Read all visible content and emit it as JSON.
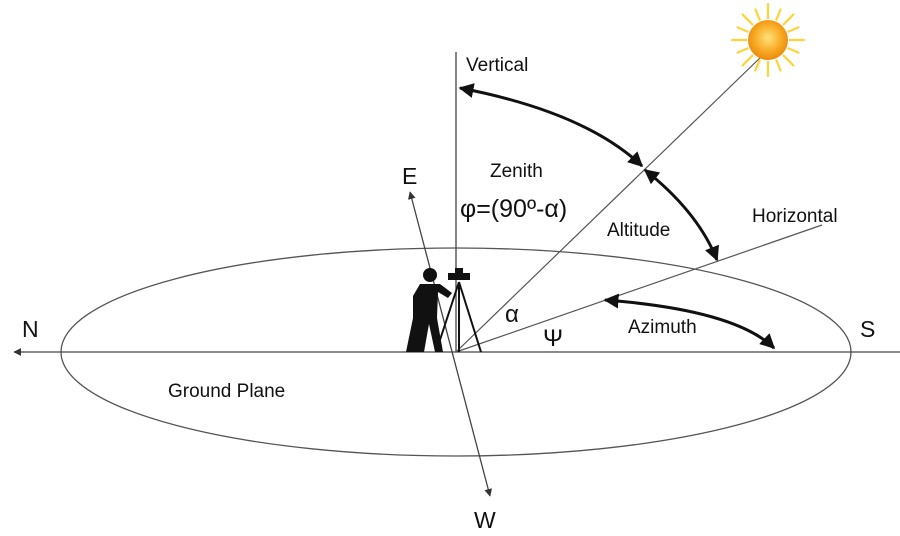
{
  "labels": {
    "vertical": "Vertical",
    "zenith": "Zenith",
    "zenith_formula": "φ=(90º-α)",
    "altitude": "Altitude",
    "horizontal": "Horizontal",
    "alpha": "α",
    "psi": "Ψ",
    "azimuth": "Azimuth",
    "ground_plane": "Ground Plane",
    "north": "N",
    "south": "S",
    "east": "E",
    "west": "W"
  },
  "icons": {
    "sun": "sun-icon",
    "surveyor": "surveyor-icon"
  },
  "colors": {
    "line": "#555555",
    "text": "#111111",
    "sun_core": "#F6A21B",
    "sun_rays": "#FFD338"
  }
}
